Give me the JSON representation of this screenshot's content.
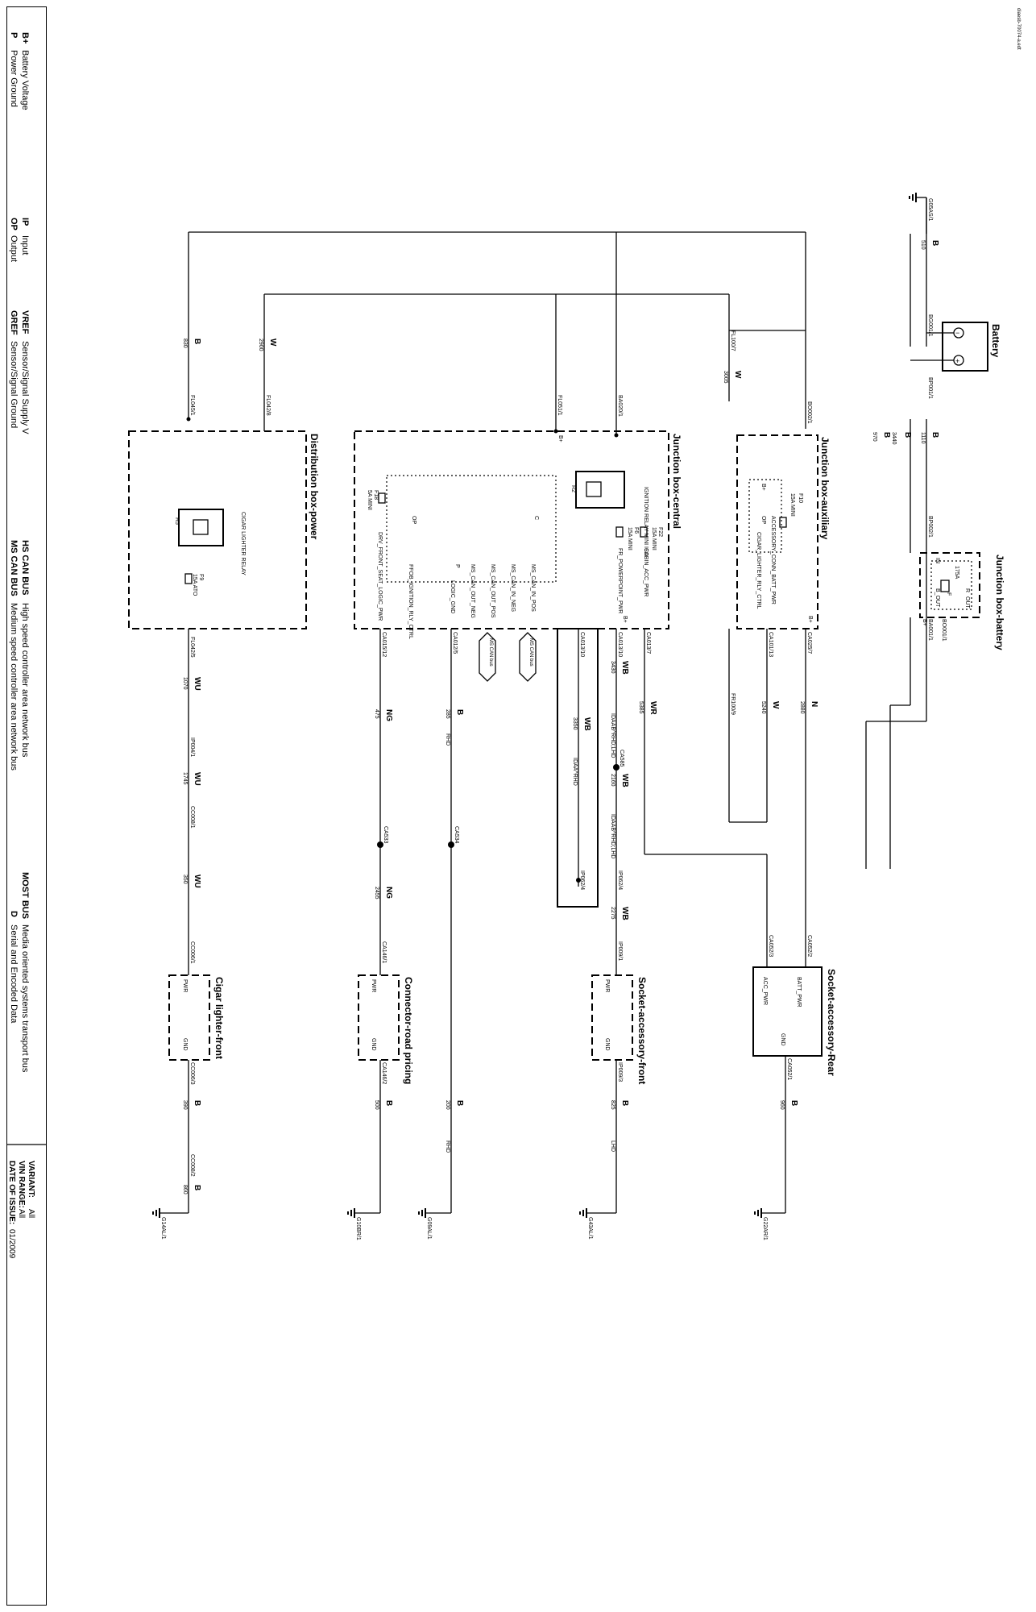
{
  "legend": {
    "abbrev": [
      {
        "code": "B+",
        "text": "Battery Voltage"
      },
      {
        "code": "P",
        "text": "Power Ground"
      },
      {
        "code": "IP",
        "text": "Input"
      },
      {
        "code": "OP",
        "text": "Output"
      },
      {
        "code": "VREF",
        "text": "Sensor/Signal Supply V"
      },
      {
        "code": "GREF",
        "text": "Sensor/Signal Ground"
      },
      {
        "code": "HS CAN BUS",
        "text": "High speed controller area network bus"
      },
      {
        "code": "MS CAN BUS",
        "text": "Medium speed controller area network bus"
      },
      {
        "code": "MOST BUS",
        "text": "Media oriented systems transport bus"
      },
      {
        "code": "D",
        "text": "Serial and Encoded Data"
      }
    ],
    "variant_label": "VARIANT:",
    "variant_value": "All",
    "vin_label": "VIN RANGE:",
    "vin_value": "All",
    "date_label": "DATE OF ISSUE:",
    "date_value": "01/2009"
  },
  "doc_id": "diaesb-70074-a.edt",
  "components": {
    "battery": "Battery",
    "jb_battery": "Junction box-battery",
    "jb_auxiliary": "Junction box-auxiliary",
    "jb_central": "Junction box-central",
    "db_power": "Distribution box-power",
    "socket_rear": "Socket-accessory-Rear",
    "socket_front": "Socket-accessory-front",
    "road_pricing": "Connector-road pricing",
    "cigar_front": "Cigar lighter-front"
  },
  "connectors": {
    "g05as1": "G05AS/1",
    "bg0011": "BG001/1",
    "bp0011": "BP001/1",
    "bp0021": "BP002/1",
    "ba0011": "BA001/1",
    "bo0011": "BO001/1",
    "bo0021": "BO002/1",
    "fl1007": "FL100/7",
    "fr1009": "FR100/9",
    "ba0201": "BA020/1",
    "fl0511": "FL051/1",
    "fl0451": "FL045/1",
    "fl0428": "FL042/8",
    "fl0425": "FL042/5",
    "ca0257": "CA025/7",
    "ca10113": "CA101/13",
    "ca0137": "CA013/7",
    "ca01310": "CA013/10",
    "ca01311": "CA013/10",
    "ca0125": "CA012/5",
    "ca01512": "CA015/12",
    "ip0041": "IP004/1",
    "cc0081": "CC008/1",
    "ca585": "CA585",
    "ca533": "CA533",
    "ca534": "CA534",
    "ip0624a": "IP062/4",
    "ip0624b": "IP062/4",
    "ca0523": "CA052/3",
    "ca0522": "CA052/2",
    "ca0521": "CA052/1",
    "ip0091": "IP009/1",
    "ip0093": "IP009/3",
    "ca1461": "CA146/1",
    "ca1462": "CA146/2",
    "cc0061": "CC006/1",
    "cc0063": "CC006/3",
    "cc0082": "CC008/2",
    "g22ar1": "G22AR/1",
    "g43al1": "G43AL/1",
    "g09al1": "G09AL/1",
    "g10br1": "G10BR/1",
    "g14al1": "G14AL/1"
  },
  "wires": {
    "w510": {
      "color": "B",
      "circuit": "510"
    },
    "w1110": {
      "color": "B",
      "circuit": "1110"
    },
    "w970": {
      "color": "B",
      "circuit": "970"
    },
    "w3440": {
      "color": "B",
      "circuit": "3440"
    },
    "w3005": {
      "color": "W",
      "circuit": "3005"
    },
    "w2880": {
      "color": "N",
      "circuit": "2880"
    },
    "w5240": {
      "color": "W",
      "circuit": "5240"
    },
    "w5385": {
      "color": "WR",
      "circuit": "5385"
    },
    "w3430": {
      "color": "WB",
      "circuit": "3430"
    },
    "w2160": {
      "color": "WB",
      "circuit": "2160"
    },
    "w3350": {
      "color": "WB",
      "circuit": "3350"
    },
    "w2275": {
      "color": "WB",
      "circuit": "2275"
    },
    "w285": {
      "color": "B",
      "circuit": "285"
    },
    "w475": {
      "color": "NG",
      "circuit": "475"
    },
    "w2455": {
      "color": "NG",
      "circuit": "2455"
    },
    "w1070": {
      "color": "WU",
      "circuit": "1070"
    },
    "w1745": {
      "color": "WU",
      "circuit": "1745"
    },
    "w350": {
      "color": "WU",
      "circuit": "350"
    },
    "w830": {
      "color": "B",
      "circuit": "830"
    },
    "w2900": {
      "color": "W",
      "circuit": "2900"
    },
    "w960": {
      "color": "B",
      "circuit": "960"
    },
    "w825": {
      "color": "B",
      "circuit": "825"
    },
    "w200": {
      "color": "B",
      "circuit": "200"
    },
    "w500": {
      "color": "B",
      "circuit": "500"
    },
    "w390": {
      "color": "B",
      "circuit": "390"
    },
    "w860": {
      "color": "B",
      "circuit": "860"
    }
  },
  "variants": {
    "rhd1": "RHD",
    "rhd2": "RHD",
    "lhd": "LHD",
    "idaab": "IDAAB^RHD;LHD",
    "idaa": "IDAA^RHD",
    "idaabl": "IDAAB^RHD;LHD"
  },
  "parts": {
    "fuse_f75": {
      "name": "F",
      "rating": "175A"
    },
    "fuse_f10": {
      "name": "F10",
      "rating": "15A MINI"
    },
    "fuse_f22": {
      "name": "F22",
      "rating": "15A MINI"
    },
    "fuse_f6": {
      "name": "F6",
      "rating": "15A MINI"
    },
    "fuse_f18": {
      "name": "F18",
      "rating": "5A MINI"
    },
    "fuse_f9": {
      "name": "F9",
      "rating": "15A ATO"
    },
    "relay_r2": {
      "name": "R2",
      "label": "IGNITION RELAY MINI ISO"
    },
    "relay_r5": {
      "name": "R5",
      "label": "CIGAR LIGHTER RELAY"
    },
    "ms_can_bus": "MS CAN bus"
  },
  "pins": {
    "jbb_r": "R",
    "jbb_in": "IN",
    "jbb_out": "OUT",
    "jbb_bout": "B_OUT",
    "jbb_bplus": "B+",
    "aux_bplus": "B+",
    "aux_op": "OP",
    "aux_bplus2": "B+",
    "aux_batt": "ACCESSORY_CONN_BATT_PWR",
    "aux_cigar": "CIGAR_LIGHTER_RLY_CTRL",
    "jbc_cabin": "CABIN_ACC_PWR",
    "jbc_fr": "FR_POWERPOINT_PWR",
    "jbc_ms_pos": "MS_CAN_IN_POS",
    "jbc_ms_neg": "MS_CAN_IN_NEG",
    "jbc_ms_out_pos": "MS_CAN_OUT_POS",
    "jbc_ms_out_neg": "MS_CAN_OUT_NEG",
    "jbc_logic": "LOGIC_GND",
    "jbc_ffob": "FFOB_IGNITION_RLY_CTRL",
    "jbc_drv": "DRV_FRONT_SEAT_LOGIC_PWR",
    "jbc_bplus": "B+",
    "jbc_c": "C",
    "jbc_p": "P",
    "jbc_op": "OP",
    "jbc_bplus_r": "B+",
    "sock_batt": "BATT_PWR",
    "sock_acc": "ACC_PWR",
    "sock_gnd": "GND",
    "pwr": "PWR",
    "gnd": "GND"
  }
}
